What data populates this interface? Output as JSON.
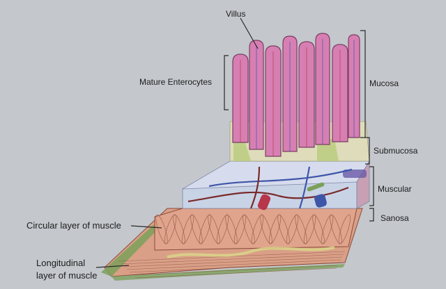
{
  "labels": {
    "villus": "Villus",
    "mature_enterocytes": "Mature Enterocytes",
    "mucosa": "Mucosa",
    "submucosa": "Submucosa",
    "muscular": "Muscular",
    "sanosa": "Sanosa",
    "circular_layer": "Circular layer of muscle",
    "longitudinal_line1": "Longitudinal",
    "longitudinal_line2": "layer of muscle"
  },
  "colors": {
    "background": "#c9cbcf",
    "villus_fill": "#d77fb3",
    "villus_outline": "#7a3f63",
    "submucosa_fill": "#c9d3e6",
    "muscle_fill": "#e0a48c",
    "muscle_line": "#8a4a3a",
    "longitudinal_fill": "#d9a087",
    "serosa_green": "#7aa05a",
    "yellow_tissue": "#d9d98a",
    "vessel_red": "#b8364a",
    "vessel_blue": "#3e56a8",
    "label_line": "#2a2a2a"
  }
}
